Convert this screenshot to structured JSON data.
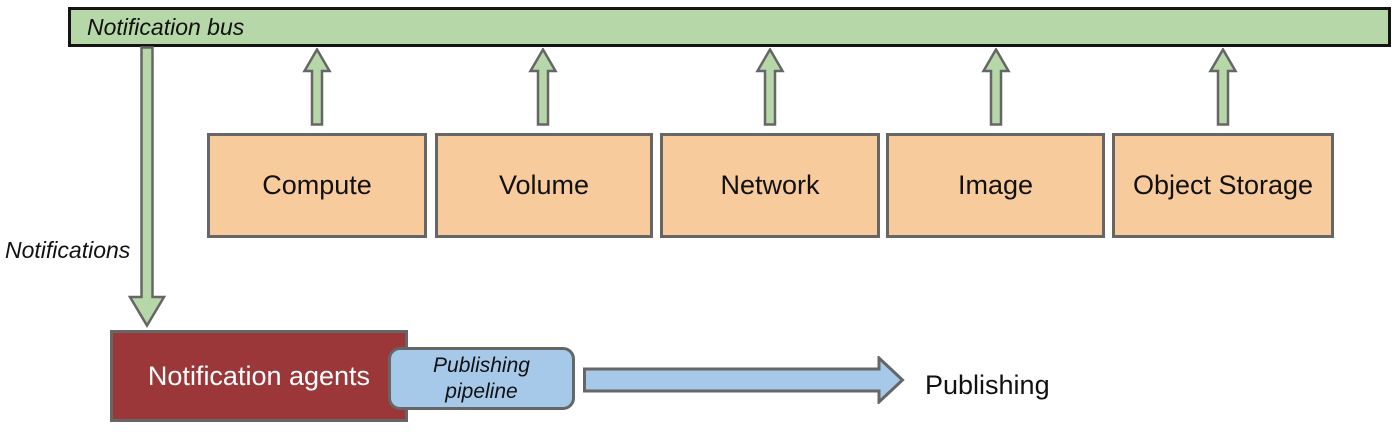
{
  "diagram": {
    "bus": {
      "label": "Notification bus"
    },
    "services": [
      {
        "label": "Compute"
      },
      {
        "label": "Volume"
      },
      {
        "label": "Network"
      },
      {
        "label": "Image"
      },
      {
        "label": "Object Storage"
      }
    ],
    "notifications_label": "Notifications",
    "agents": {
      "label": "Notification agents"
    },
    "pipeline": {
      "label": "Publishing pipeline"
    },
    "publishing_label": "Publishing",
    "colors": {
      "green": "#b6d7a8",
      "orange": "#f8cb9d",
      "blue": "#a6c9e9",
      "red": "#9b3639",
      "border_gray": "#666666",
      "bus_border": "#141414"
    }
  }
}
